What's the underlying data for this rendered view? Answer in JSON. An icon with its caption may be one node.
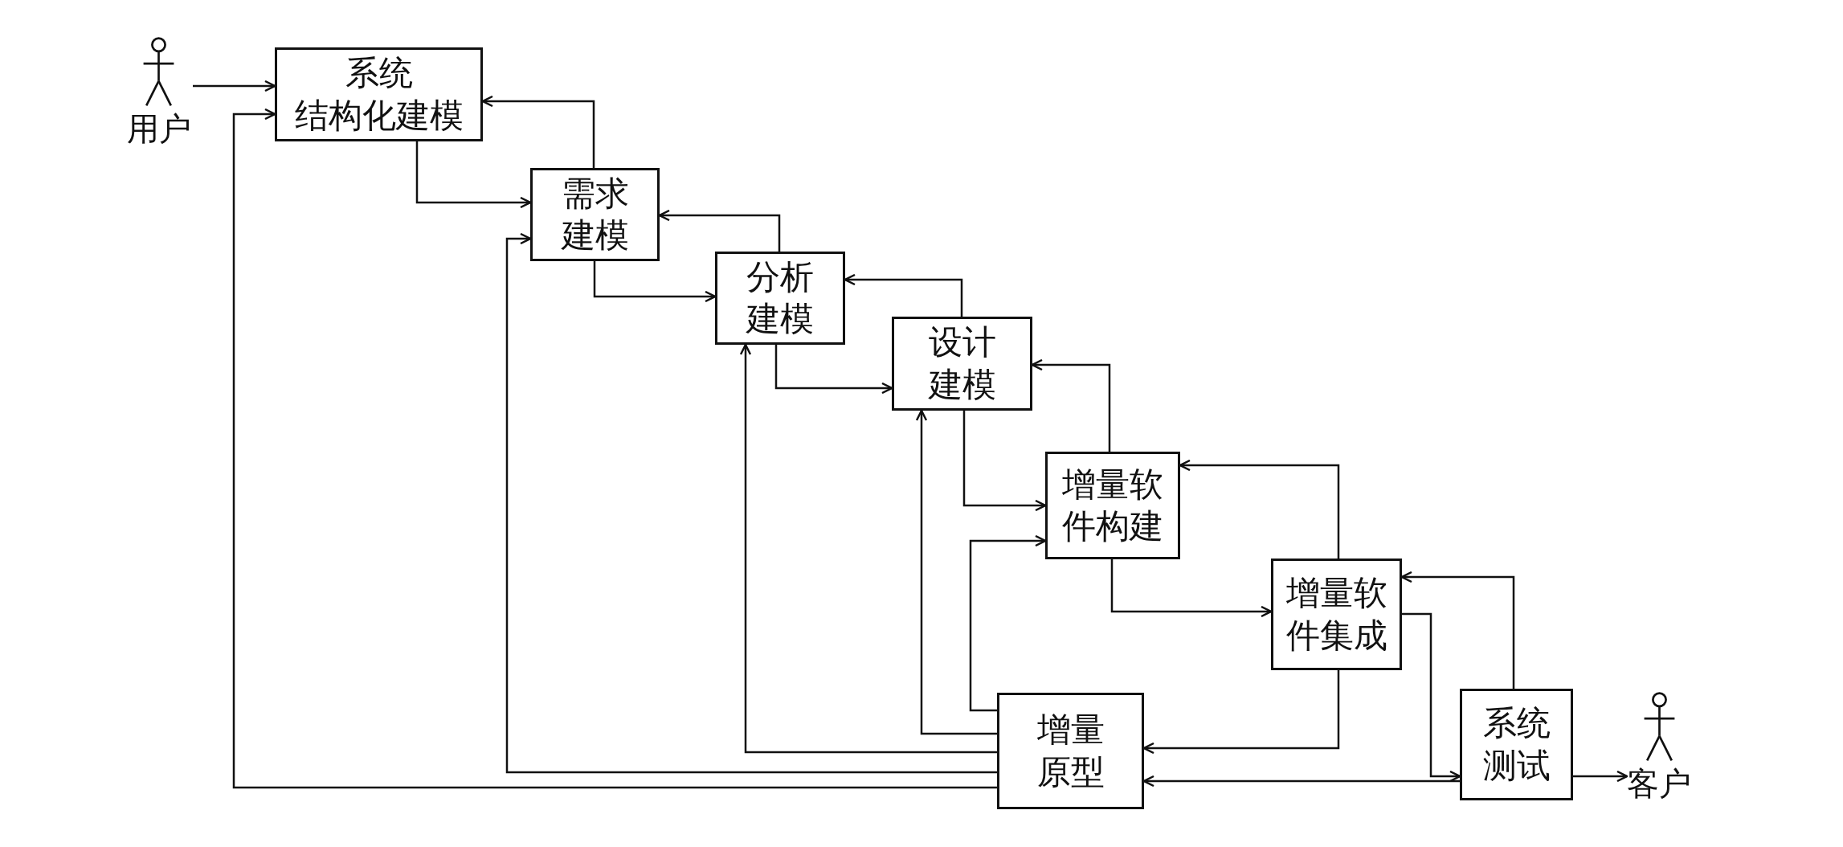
{
  "diagram": {
    "nodes": [
      {
        "text": [
          "用户"
        ]
      },
      {
        "text": [
          "系统结构化建模"
        ]
      },
      {
        "text": [
          "需求建模"
        ]
      },
      {
        "text": [
          "分析建模"
        ]
      },
      {
        "text": [
          "设计建模"
        ]
      },
      {
        "text": [
          "增量软件构建"
        ]
      },
      {
        "text": [
          "增量软件集成"
        ]
      },
      {
        "text": [
          "增量原型"
        ]
      },
      {
        "text": [
          "系统测试"
        ]
      },
      {
        "text": [
          "客户"
        ]
      }
    ],
    "edges": [
      {
        "from": 0,
        "to": 1,
        "arrow": "to"
      },
      {
        "from": 2,
        "to": 1,
        "arrow": "to"
      },
      {
        "from": 1,
        "to": 2,
        "arrow": "to"
      },
      {
        "from": 3,
        "to": 2,
        "arrow": "to"
      },
      {
        "from": 2,
        "to": 3,
        "arrow": "to"
      },
      {
        "from": 4,
        "to": 3,
        "arrow": "to"
      },
      {
        "from": 3,
        "to": 4,
        "arrow": "to"
      },
      {
        "from": 5,
        "to": 4,
        "arrow": "to"
      },
      {
        "from": 4,
        "to": 5,
        "arrow": "to"
      },
      {
        "from": 7,
        "to": 5,
        "arrow": "to"
      },
      {
        "from": 6,
        "to": 5,
        "arrow": "to"
      },
      {
        "from": 5,
        "to": 6,
        "arrow": "to"
      },
      {
        "from": 8,
        "to": 6,
        "arrow": "to"
      },
      {
        "from": 6,
        "to": 8,
        "arrow": "to"
      },
      {
        "from": 8,
        "to": 9,
        "arrow": "to"
      },
      {
        "from": 6,
        "to": 7,
        "arrow": "to"
      },
      {
        "from": 8,
        "to": 7,
        "arrow": "to"
      },
      {
        "from": 7,
        "to": 4,
        "arrow": "to"
      },
      {
        "from": 7,
        "to": 3,
        "arrow": "to"
      },
      {
        "from": 7,
        "to": 2,
        "arrow": "to"
      },
      {
        "from": 7,
        "to": 1,
        "arrow": "to"
      }
    ]
  }
}
